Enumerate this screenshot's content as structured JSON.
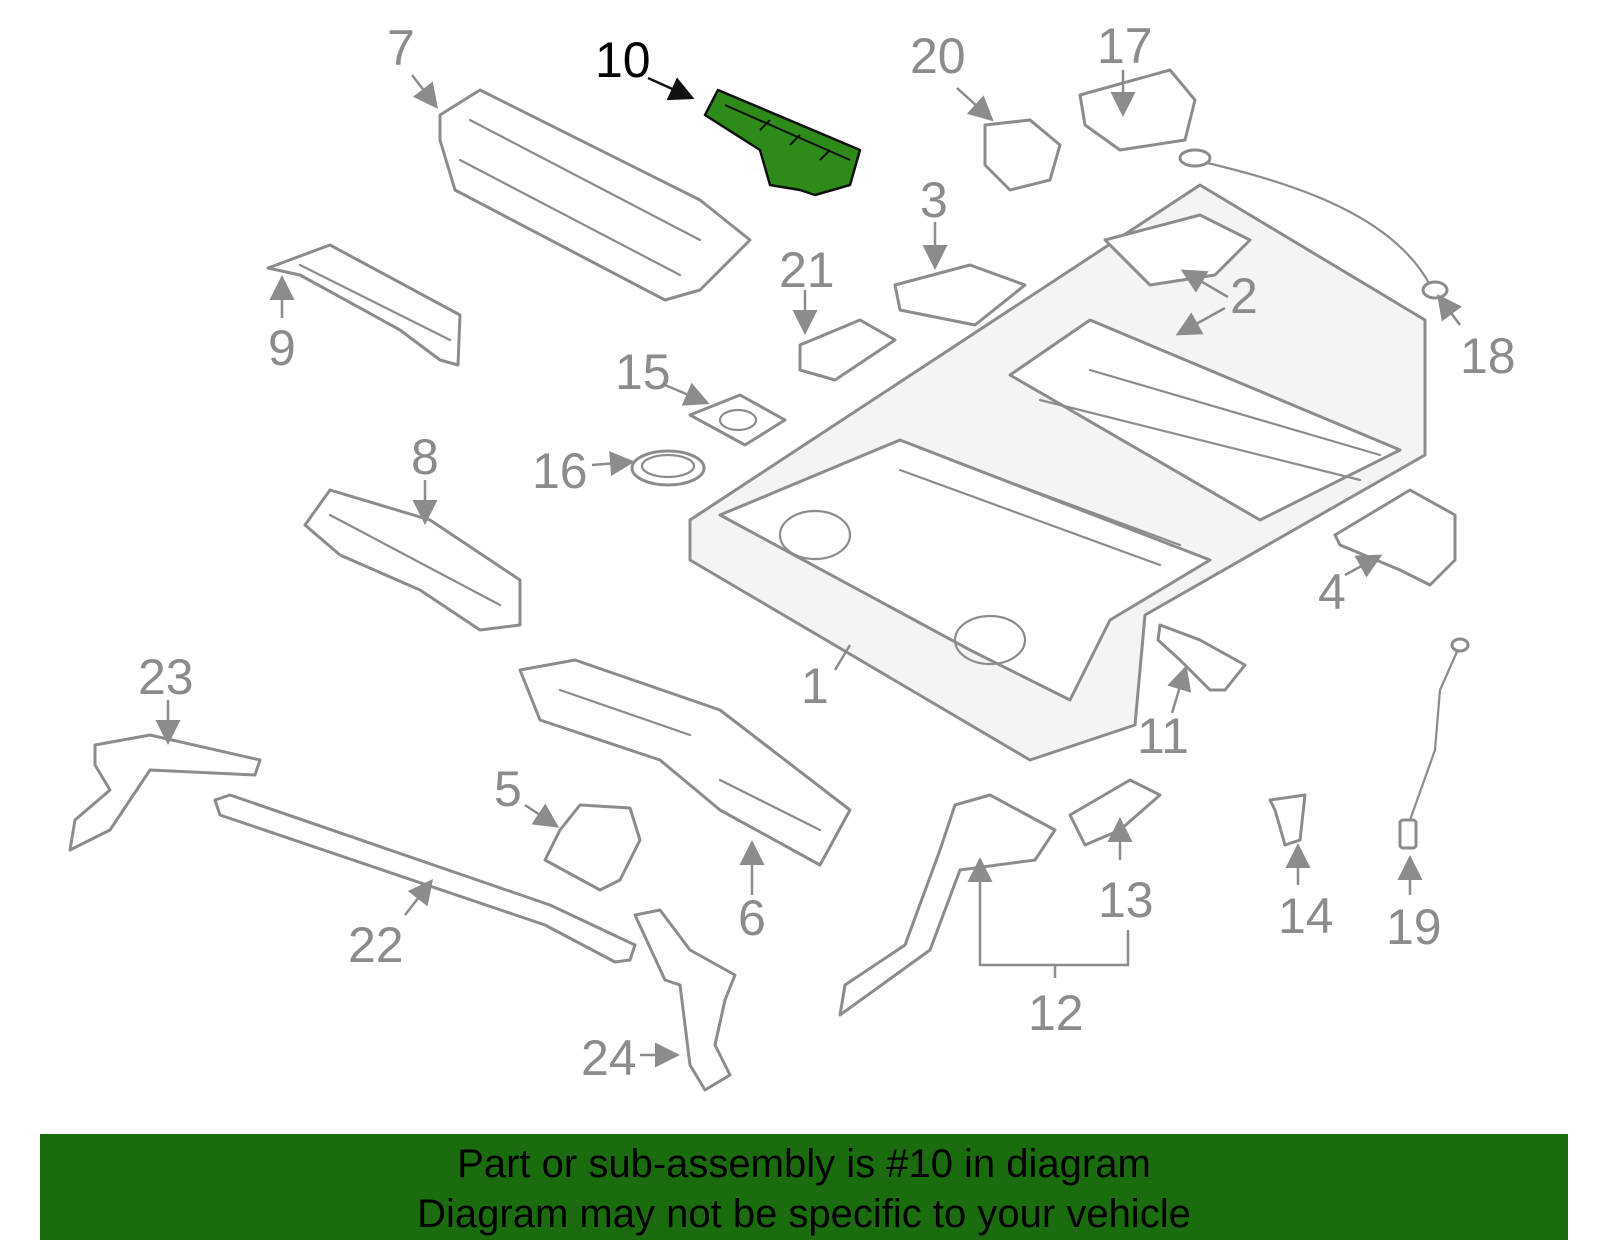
{
  "diagram": {
    "highlight_color": "#2e8b1a",
    "callouts": [
      "1",
      "2",
      "3",
      "4",
      "5",
      "6",
      "7",
      "8",
      "9",
      "10",
      "11",
      "12",
      "13",
      "14",
      "15",
      "16",
      "17",
      "18",
      "19",
      "20",
      "21",
      "22",
      "23",
      "24"
    ],
    "highlighted_callout": "10"
  },
  "banner": {
    "background": "#1a6c0f",
    "line1": "Part or sub-assembly is #10 in diagram",
    "line2": "Diagram may not be specific to your vehicle"
  }
}
